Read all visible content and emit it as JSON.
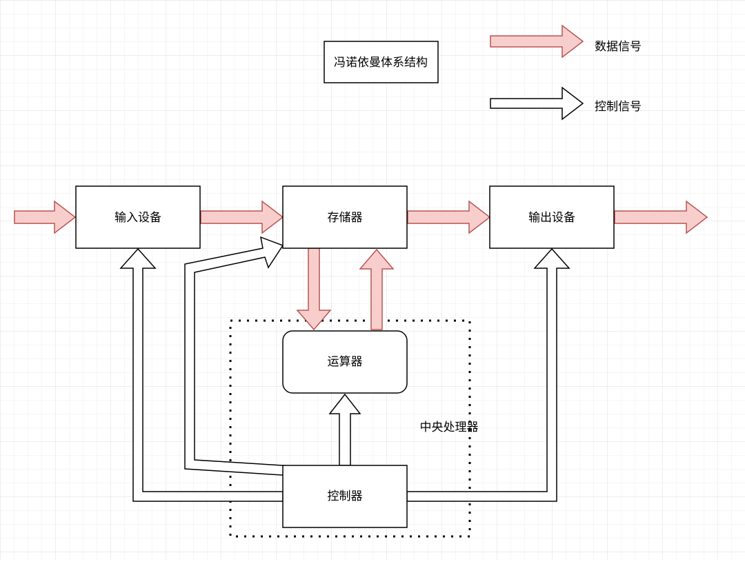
{
  "diagram": {
    "title": "冯诺依曼体系结构",
    "legend": {
      "data_signal": "数据信号",
      "control_signal": "控制信号"
    },
    "nodes": {
      "input_device": "输入设备",
      "memory": "存储器",
      "output_device": "输出设备",
      "alu": "运算器",
      "controller": "控制器",
      "cpu_group": "中央处理器"
    },
    "colors": {
      "data_fill": "#f8cecc",
      "data_stroke": "#b85450",
      "control_fill": "#ffffff",
      "control_stroke": "#000000",
      "grid_minor": "#ececec",
      "grid_major": "#dcdcdc"
    }
  }
}
